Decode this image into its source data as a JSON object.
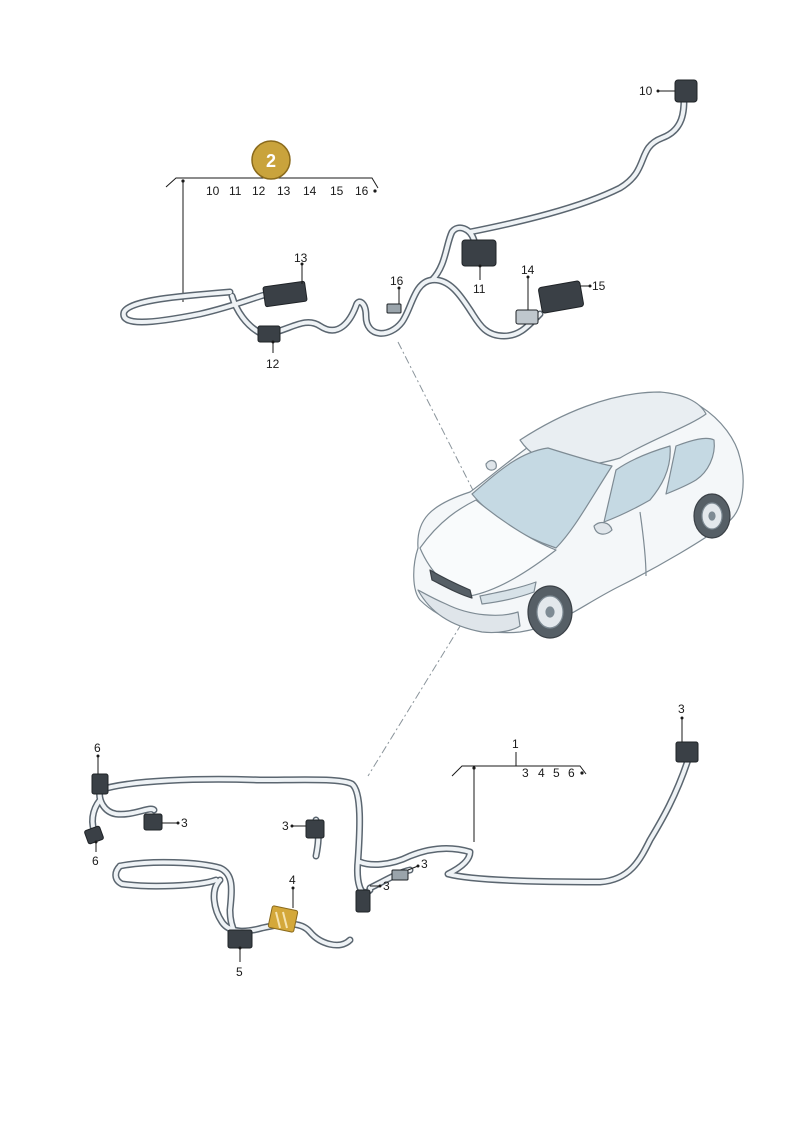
{
  "colors": {
    "badge_fill": "#c9a33c",
    "badge_stroke": "#8a6a1c",
    "cable_outline": "#5b6670",
    "cable_fill": "#eef2f5",
    "connector": "#3a4046",
    "highlight": "#d4a83a",
    "car_tint": "#c5d9e3",
    "car_line": "#7e8b94"
  },
  "top_group": {
    "badge": "2",
    "list": [
      "10",
      "11",
      "12",
      "13",
      "14",
      "15",
      "16"
    ],
    "callouts": {
      "c10": "10",
      "c11": "11",
      "c12": "12",
      "c13": "13",
      "c14": "14",
      "c15": "15",
      "c16": "16"
    }
  },
  "bottom_group": {
    "header": "1",
    "list": [
      "3",
      "4",
      "5",
      "6"
    ],
    "callouts": {
      "c3_right": "3",
      "c3_left": "3",
      "c3_mid": "3",
      "c3_center": "3",
      "c3_upper": "3",
      "c4": "4",
      "c5": "5",
      "c6_top": "6",
      "c6_bottom": "6"
    }
  }
}
